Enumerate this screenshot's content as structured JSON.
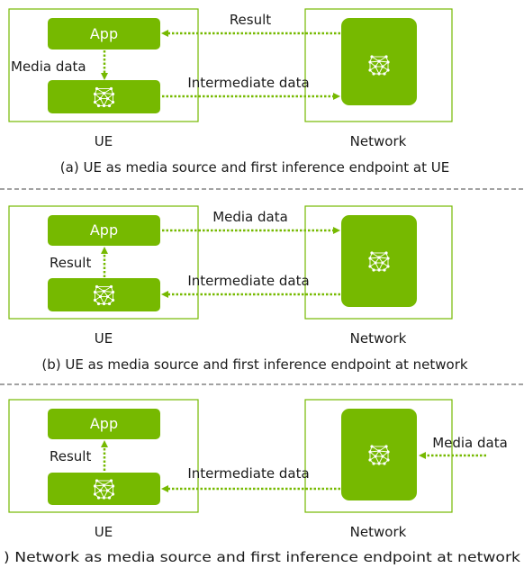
{
  "colors": {
    "green": "#76b900",
    "box_border": "#76b900",
    "arrow": "#76b900",
    "divider": "#444444",
    "text": "#1a1a1a",
    "icon": "#ffffff"
  },
  "icon": "neural-network-icon",
  "panels": [
    {
      "app_label": "App",
      "ue_label": "UE",
      "network_label": "Network",
      "caption": "(a) UE as media source and first inference endpoint at UE",
      "arrows": {
        "top": "Result",
        "middle": "Intermediate data",
        "vertical": "Media data"
      }
    },
    {
      "app_label": "App",
      "ue_label": "UE",
      "network_label": "Network",
      "caption": "(b) UE as media source and first inference endpoint at network",
      "arrows": {
        "top": "Media data",
        "middle": "Intermediate data",
        "vertical": "Result"
      }
    },
    {
      "app_label": "App",
      "ue_label": "UE",
      "network_label": "Network",
      "caption": ") Network as media source and first inference endpoint at network",
      "arrows": {
        "top": "Media data",
        "middle": "Intermediate data",
        "vertical": "Result"
      }
    }
  ]
}
